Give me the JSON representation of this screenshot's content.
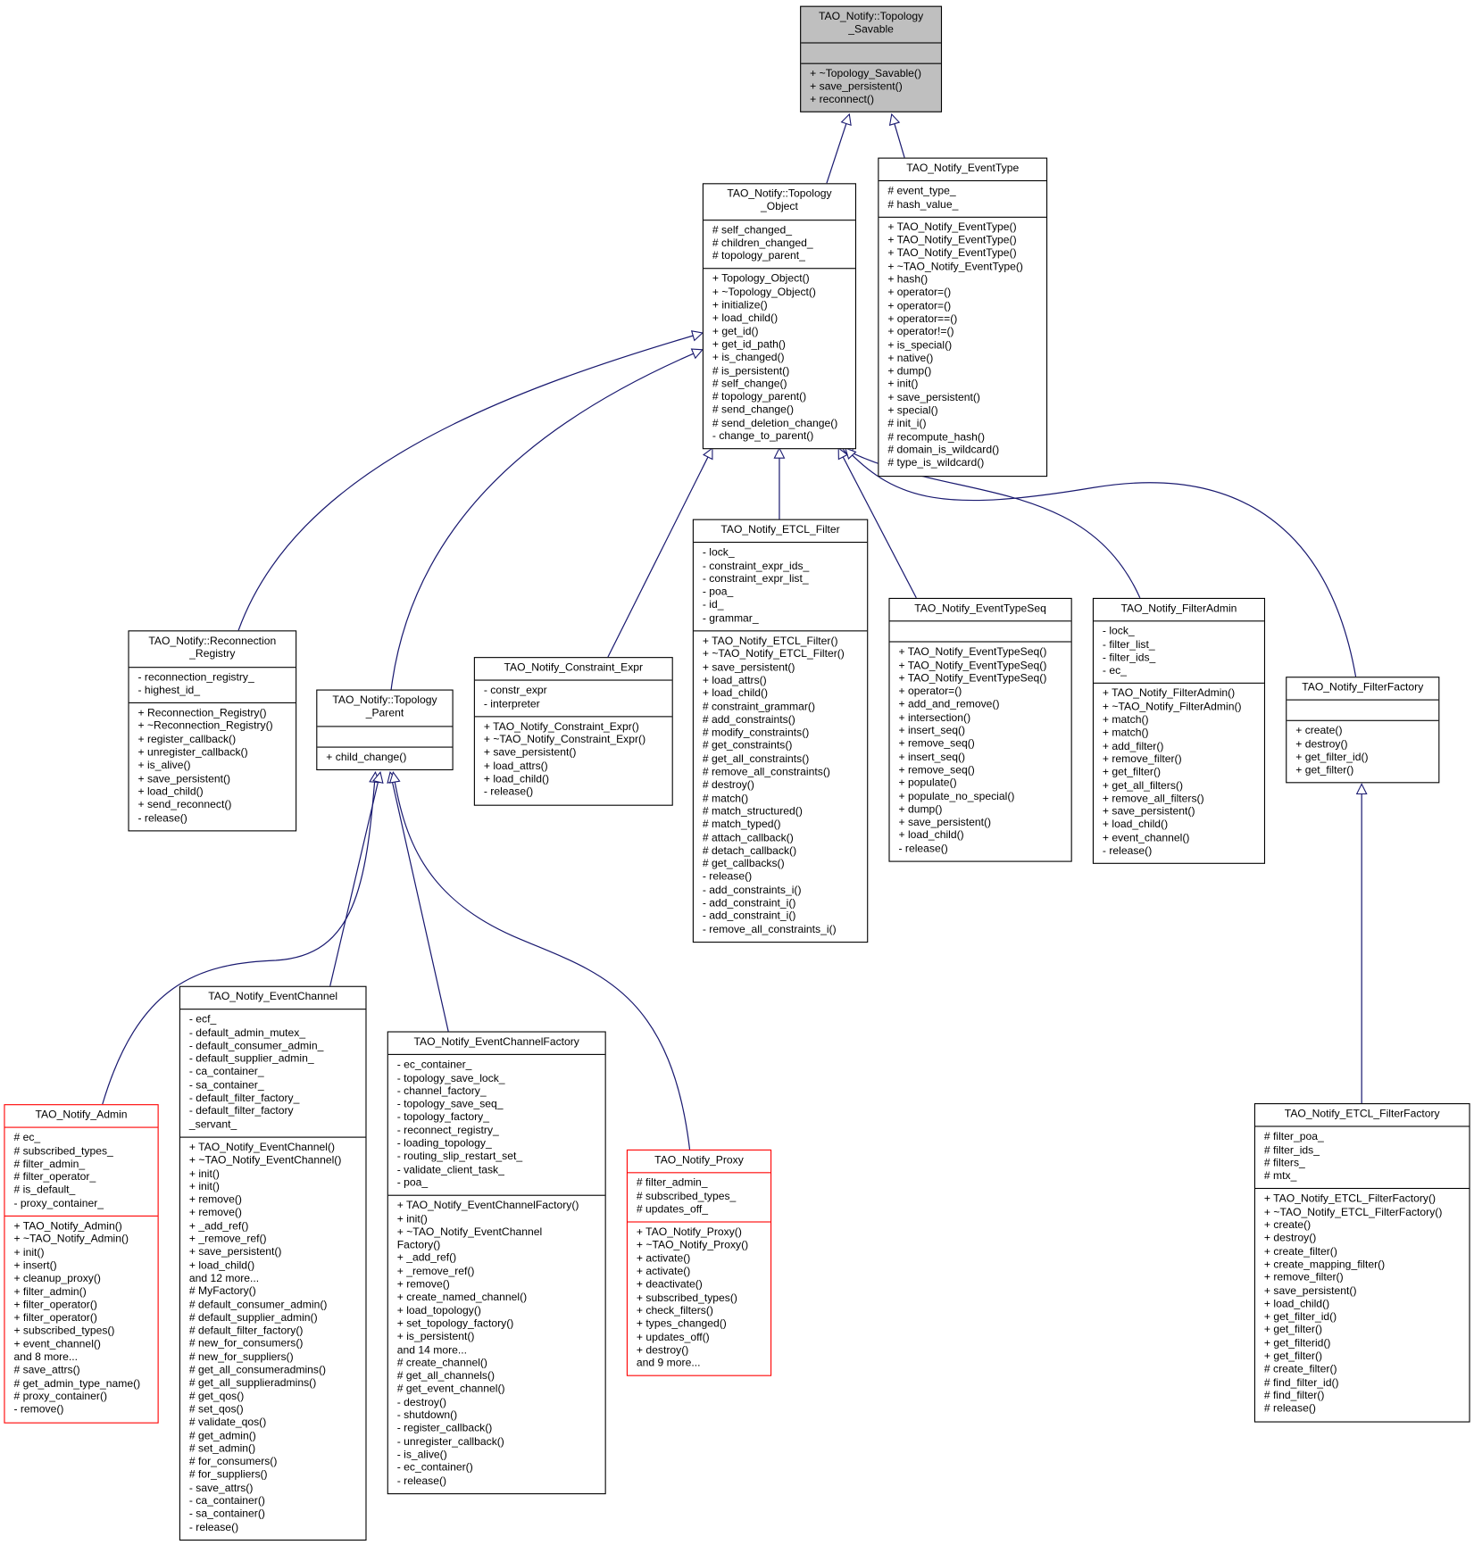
{
  "colors": {
    "edge": "#191970",
    "root_fill": "#bfbfbf",
    "highlight_border": "#ff0000",
    "border": "#000000"
  },
  "classes": [
    {
      "id": "topology-savable",
      "name": "TAO_Notify::Topology\n_Savable",
      "root": true,
      "attributes": [],
      "methods": [
        "+ ~Topology_Savable()",
        "+ save_persistent()",
        "+ reconnect()"
      ]
    },
    {
      "id": "topology-object",
      "name": "TAO_Notify::Topology\n_Object",
      "attributes": [
        "# self_changed_",
        "# children_changed_",
        "# topology_parent_"
      ],
      "methods": [
        "+ Topology_Object()",
        "+ ~Topology_Object()",
        "+ initialize()",
        "+ load_child()",
        "+ get_id()",
        "+ get_id_path()",
        "+ is_changed()",
        "# is_persistent()",
        "# self_change()",
        "# topology_parent()",
        "# send_change()",
        "# send_deletion_change()",
        "- change_to_parent()"
      ]
    },
    {
      "id": "event-type",
      "name": "TAO_Notify_EventType",
      "attributes": [
        "# event_type_",
        "# hash_value_"
      ],
      "methods": [
        "+ TAO_Notify_EventType()",
        "+ TAO_Notify_EventType()",
        "+ TAO_Notify_EventType()",
        "+ ~TAO_Notify_EventType()",
        "+ hash()",
        "+ operator=()",
        "+ operator=()",
        "+ operator==()",
        "+ operator!=()",
        "+ is_special()",
        "+ native()",
        "+ dump()",
        "+ init()",
        "+ save_persistent()",
        "+ special()",
        "# init_i()",
        "# recompute_hash()",
        "# domain_is_wildcard()",
        "# type_is_wildcard()"
      ]
    },
    {
      "id": "reconnection-registry",
      "name": "TAO_Notify::Reconnection\n_Registry",
      "attributes": [
        "- reconnection_registry_",
        "- highest_id_"
      ],
      "methods": [
        "+ Reconnection_Registry()",
        "+ ~Reconnection_Registry()",
        "+ register_callback()",
        "+ unregister_callback()",
        "+ is_alive()",
        "+ save_persistent()",
        "+ load_child()",
        "+ send_reconnect()",
        "- release()"
      ]
    },
    {
      "id": "topology-parent",
      "name": "TAO_Notify::Topology\n_Parent",
      "attributes": [],
      "methods": [
        "+ child_change()"
      ]
    },
    {
      "id": "constraint-expr",
      "name": "TAO_Notify_Constraint_Expr",
      "attributes": [
        "- constr_expr",
        "- interpreter"
      ],
      "methods": [
        "+ TAO_Notify_Constraint_Expr()",
        "+ ~TAO_Notify_Constraint_Expr()",
        "+ save_persistent()",
        "+ load_attrs()",
        "+ load_child()",
        "- release()"
      ]
    },
    {
      "id": "etcl-filter",
      "name": "TAO_Notify_ETCL_Filter",
      "attributes": [
        "- lock_",
        "- constraint_expr_ids_",
        "- constraint_expr_list_",
        "- poa_",
        "- id_",
        "- grammar_"
      ],
      "methods": [
        "+ TAO_Notify_ETCL_Filter()",
        "+ ~TAO_Notify_ETCL_Filter()",
        "+ save_persistent()",
        "+ load_attrs()",
        "+ load_child()",
        "# constraint_grammar()",
        "# add_constraints()",
        "# modify_constraints()",
        "# get_constraints()",
        "# get_all_constraints()",
        "# remove_all_constraints()",
        "# destroy()",
        "# match()",
        "# match_structured()",
        "# match_typed()",
        "# attach_callback()",
        "# detach_callback()",
        "# get_callbacks()",
        "- release()",
        "- add_constraints_i()",
        "- add_constraint_i()",
        "- add_constraint_i()",
        "- remove_all_constraints_i()"
      ]
    },
    {
      "id": "event-type-seq",
      "name": "TAO_Notify_EventTypeSeq",
      "attributes": [],
      "methods": [
        "+ TAO_Notify_EventTypeSeq()",
        "+ TAO_Notify_EventTypeSeq()",
        "+ TAO_Notify_EventTypeSeq()",
        "+ operator=()",
        "+ add_and_remove()",
        "+ intersection()",
        "+ insert_seq()",
        "+ remove_seq()",
        "+ insert_seq()",
        "+ remove_seq()",
        "+ populate()",
        "+ populate_no_special()",
        "+ dump()",
        "+ save_persistent()",
        "+ load_child()",
        "- release()"
      ]
    },
    {
      "id": "filter-admin",
      "name": "TAO_Notify_FilterAdmin",
      "attributes": [
        "- lock_",
        "- filter_list_",
        "- filter_ids_",
        "- ec_"
      ],
      "methods": [
        "+ TAO_Notify_FilterAdmin()",
        "+ ~TAO_Notify_FilterAdmin()",
        "+ match()",
        "+ match()",
        "+ add_filter()",
        "+ remove_filter()",
        "+ get_filter()",
        "+ get_all_filters()",
        "+ remove_all_filters()",
        "+ save_persistent()",
        "+ load_child()",
        "+ event_channel()",
        "- release()"
      ]
    },
    {
      "id": "filter-factory",
      "name": "TAO_Notify_FilterFactory",
      "attributes": [],
      "methods": [
        "+ create()",
        "+ destroy()",
        "+ get_filter_id()",
        "+ get_filter()"
      ]
    },
    {
      "id": "admin",
      "name": "TAO_Notify_Admin",
      "highlight": true,
      "attributes": [
        "# ec_",
        "# subscribed_types_",
        "# filter_admin_",
        "# filter_operator_",
        "# is_default_",
        "- proxy_container_"
      ],
      "methods": [
        "+ TAO_Notify_Admin()",
        "+ ~TAO_Notify_Admin()",
        "+ init()",
        "+ insert()",
        "+ cleanup_proxy()",
        "+ filter_admin()",
        "+ filter_operator()",
        "+ filter_operator()",
        "+ subscribed_types()",
        "+ event_channel()",
        "and 8 more...",
        "# save_attrs()",
        "# get_admin_type_name()",
        "# proxy_container()",
        "- remove()"
      ]
    },
    {
      "id": "event-channel",
      "name": "TAO_Notify_EventChannel",
      "attributes": [
        "- ecf_",
        "- default_admin_mutex_",
        "- default_consumer_admin_",
        "- default_supplier_admin_",
        "- ca_container_",
        "- sa_container_",
        "- default_filter_factory_",
        "- default_filter_factory\n_servant_"
      ],
      "methods": [
        "+ TAO_Notify_EventChannel()",
        "+ ~TAO_Notify_EventChannel()",
        "+ init()",
        "+ init()",
        "+ remove()",
        "+ remove()",
        "+ _add_ref()",
        "+ _remove_ref()",
        "+ save_persistent()",
        "+ load_child()",
        "and 12 more...",
        "# MyFactory()",
        "# default_consumer_admin()",
        "# default_supplier_admin()",
        "# default_filter_factory()",
        "# new_for_consumers()",
        "# new_for_suppliers()",
        "# get_all_consumeradmins()",
        "# get_all_supplieradmins()",
        "# get_qos()",
        "# set_qos()",
        "# validate_qos()",
        "# get_admin()",
        "# set_admin()",
        "# for_consumers()",
        "# for_suppliers()",
        "- save_attrs()",
        "- ca_container()",
        "- sa_container()",
        "- release()"
      ]
    },
    {
      "id": "event-channel-factory",
      "name": "TAO_Notify_EventChannelFactory",
      "attributes": [
        "- ec_container_",
        "- topology_save_lock_",
        "- channel_factory_",
        "- topology_save_seq_",
        "- topology_factory_",
        "- reconnect_registry_",
        "- loading_topology_",
        "- routing_slip_restart_set_",
        "- validate_client_task_",
        "- poa_"
      ],
      "methods": [
        "+ TAO_Notify_EventChannelFactory()",
        "+ init()",
        "+ ~TAO_Notify_EventChannel\nFactory()",
        "+ _add_ref()",
        "+ _remove_ref()",
        "+ remove()",
        "+ create_named_channel()",
        "+ load_topology()",
        "+ set_topology_factory()",
        "+ is_persistent()",
        "and 14 more...",
        "# create_channel()",
        "# get_all_channels()",
        "# get_event_channel()",
        "- destroy()",
        "- shutdown()",
        "- register_callback()",
        "- unregister_callback()",
        "- is_alive()",
        "- ec_container()",
        "- release()"
      ]
    },
    {
      "id": "proxy",
      "name": "TAO_Notify_Proxy",
      "highlight": true,
      "attributes": [
        "# filter_admin_",
        "# subscribed_types_",
        "# updates_off_"
      ],
      "methods": [
        "+ TAO_Notify_Proxy()",
        "+ ~TAO_Notify_Proxy()",
        "+ activate()",
        "+ activate()",
        "+ deactivate()",
        "+ subscribed_types()",
        "+ check_filters()",
        "+ types_changed()",
        "+ updates_off()",
        "+ destroy()",
        "and 9 more..."
      ]
    },
    {
      "id": "etcl-filter-factory",
      "name": "TAO_Notify_ETCL_FilterFactory",
      "attributes": [
        "# filter_poa_",
        "# filter_ids_",
        "# filters_",
        "# mtx_"
      ],
      "methods": [
        "+ TAO_Notify_ETCL_FilterFactory()",
        "+ ~TAO_Notify_ETCL_FilterFactory()",
        "+ create()",
        "+ destroy()",
        "+ create_filter()",
        "+ create_mapping_filter()",
        "+ remove_filter()",
        "+ save_persistent()",
        "+ load_child()",
        "+ get_filter_id()",
        "+ get_filter()",
        "+ get_filterid()",
        "+ get_filter()",
        "# create_filter()",
        "# find_filter_id()",
        "# find_filter()",
        "# release()"
      ]
    }
  ],
  "inheritance": [
    {
      "child": "topology-object",
      "parent": "topology-savable"
    },
    {
      "child": "event-type",
      "parent": "topology-savable"
    },
    {
      "child": "reconnection-registry",
      "parent": "topology-object"
    },
    {
      "child": "topology-parent",
      "parent": "topology-object"
    },
    {
      "child": "constraint-expr",
      "parent": "topology-object"
    },
    {
      "child": "etcl-filter",
      "parent": "topology-object"
    },
    {
      "child": "event-type-seq",
      "parent": "topology-object"
    },
    {
      "child": "filter-admin",
      "parent": "topology-object"
    },
    {
      "child": "filter-factory",
      "parent": "topology-object"
    },
    {
      "child": "etcl-filter-factory",
      "parent": "filter-factory"
    },
    {
      "child": "admin",
      "parent": "topology-parent"
    },
    {
      "child": "event-channel",
      "parent": "topology-parent"
    },
    {
      "child": "event-channel-factory",
      "parent": "topology-parent"
    },
    {
      "child": "proxy",
      "parent": "topology-parent"
    }
  ]
}
